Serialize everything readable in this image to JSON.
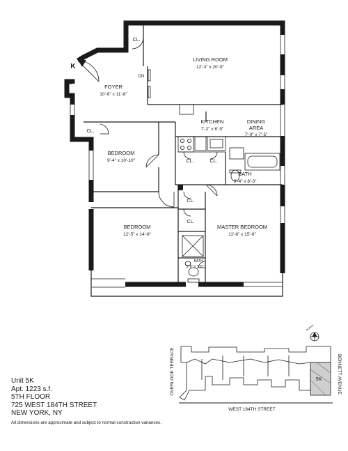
{
  "rooms": {
    "living_room": {
      "name": "LIVING ROOM",
      "dims": "12'-3\" x 20'-9\""
    },
    "foyer": {
      "name": "FOYER",
      "dims": "10'-6\" x 11'-8\""
    },
    "kitchen": {
      "name": "KITCHEN",
      "dims": "7'-2\" x 6'-5\""
    },
    "dining": {
      "name": "DINING",
      "name2": "AREA",
      "dims": "7'-0\" x 7'-5\""
    },
    "bedroom1": {
      "name": "BEDROOM",
      "dims": "9'-4\" x 10'-10\""
    },
    "bath1": {
      "name": "BATH",
      "dims": "9'-4\" x 8'-3\""
    },
    "bedroom2": {
      "name": "BEDROOM",
      "dims": "12'-5\" x 14'-8\""
    },
    "master": {
      "name": "MASTER BEDROOM",
      "dims": "11'-8\" x 15'-6\""
    },
    "bath2": {
      "name": "BATH",
      "dims": "5'-8\" x 7'-6\""
    }
  },
  "labels": {
    "closet": "CL.",
    "dn": "DN",
    "entry": "K"
  },
  "keyplan": {
    "street_left": "OVERLOOK TERRACE",
    "street_right": "BENNETT AVENUE",
    "street_bottom": "WEST 184TH STREET",
    "unit": "5K",
    "north": "NORTH"
  },
  "info": {
    "unit": "Unit 5K",
    "apt": "Apt. 1223 s.f.",
    "floor": "5TH FLOOR",
    "address": "725 WEST 184TH STREET",
    "city": "NEW YORK, NY",
    "disclaimer": "All dimensions are approximate and subject to normal construction variances."
  }
}
